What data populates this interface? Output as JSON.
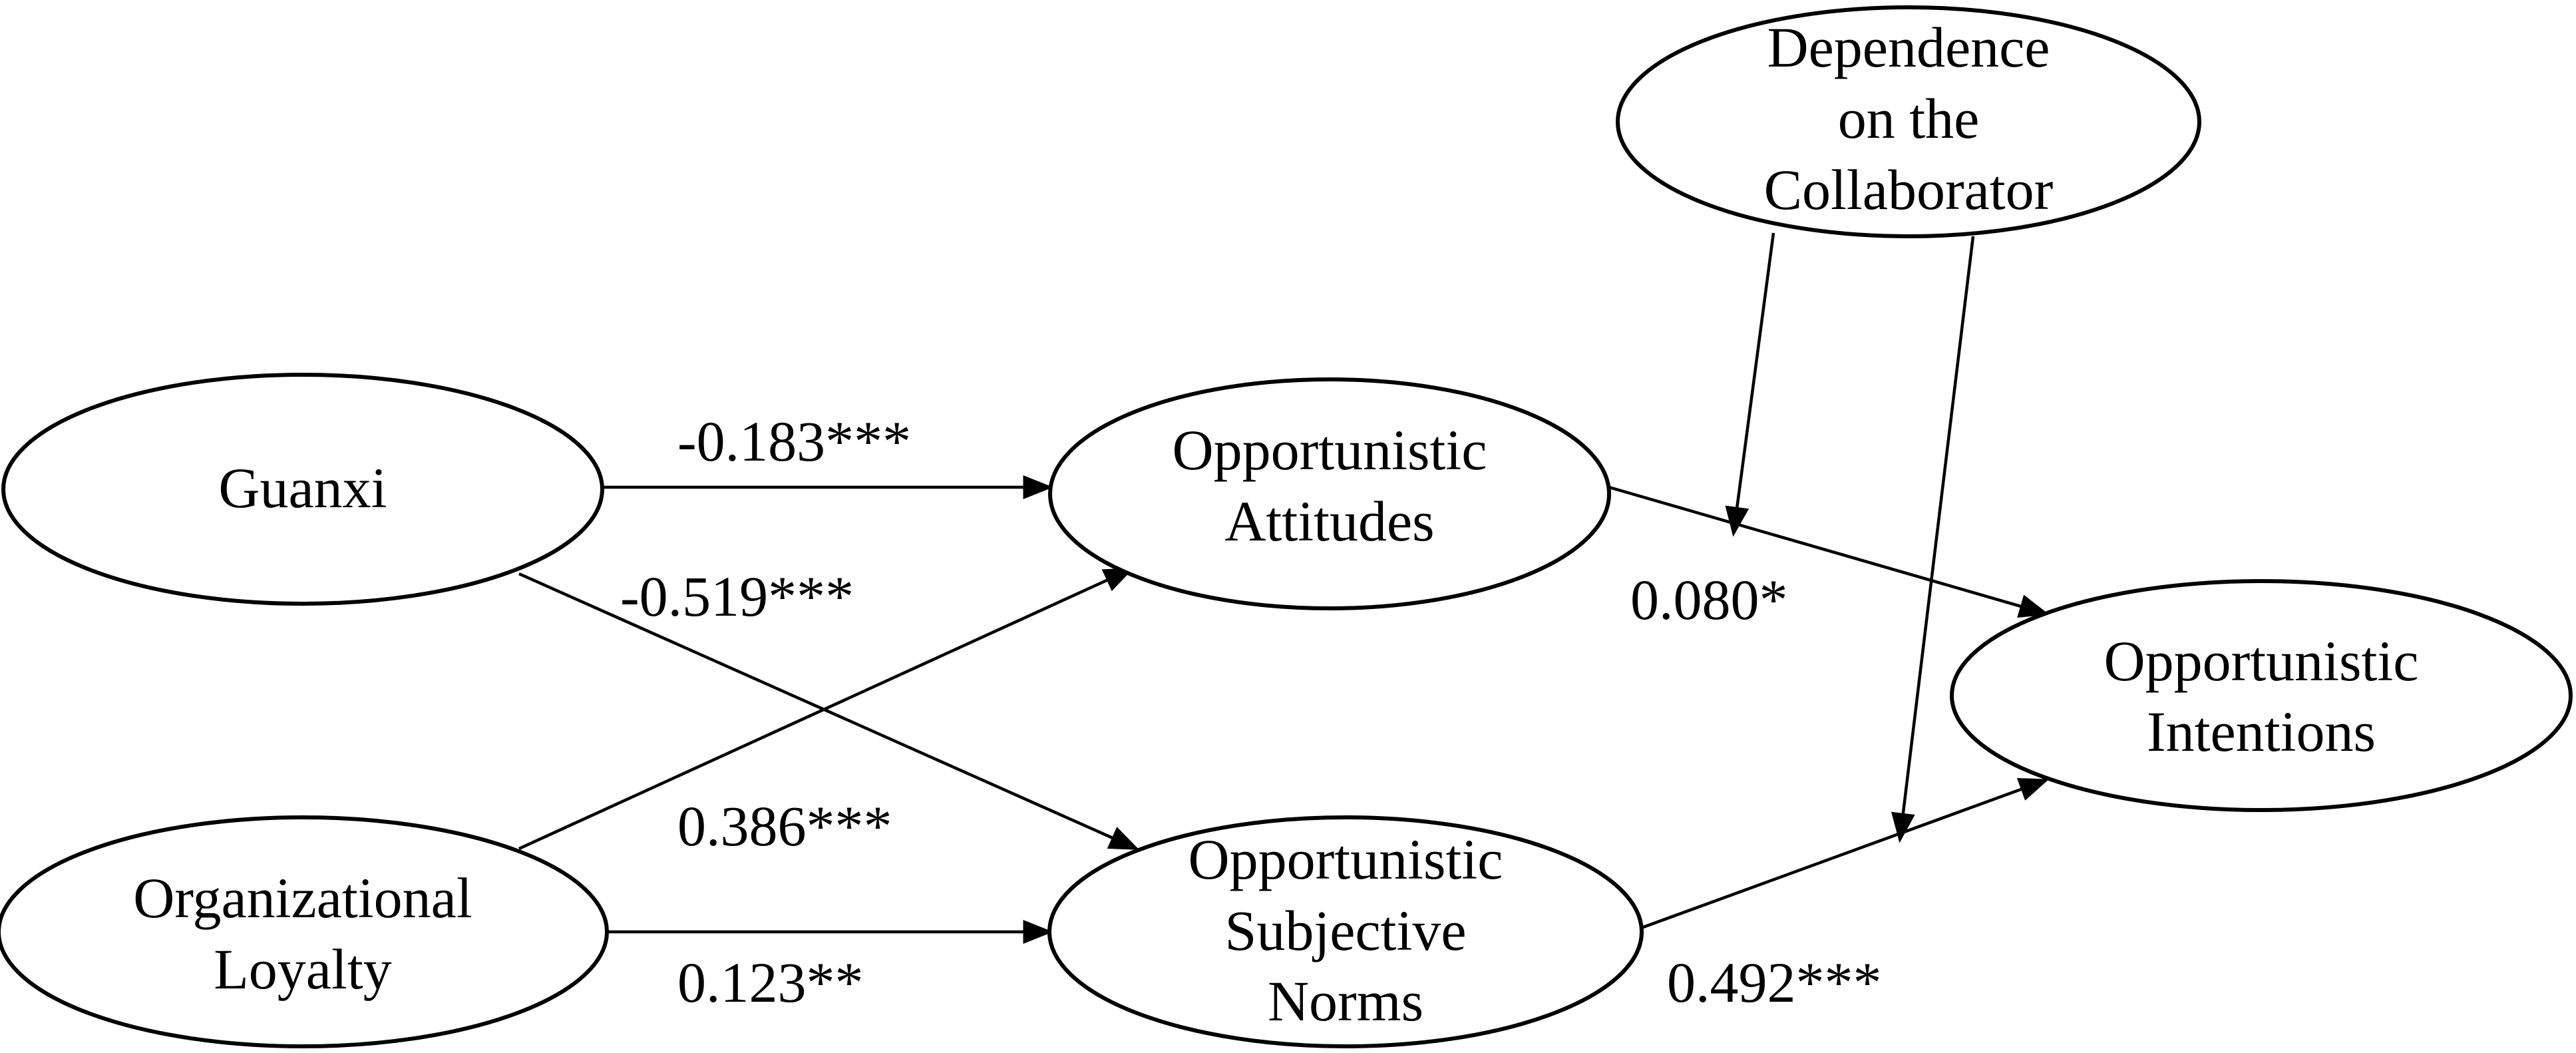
{
  "nodes": {
    "guanxi": {
      "lines": [
        "Guanxi"
      ]
    },
    "loyalty": {
      "lines": [
        "Organizational",
        "Loyalty"
      ]
    },
    "attitudes": {
      "lines": [
        "Opportunistic",
        "Attitudes"
      ]
    },
    "norms": {
      "lines": [
        "Opportunistic",
        "Subjective",
        "Norms"
      ]
    },
    "intentions": {
      "lines": [
        "Opportunistic",
        "Intentions"
      ]
    },
    "dependence": {
      "lines": [
        "Dependence",
        "on the",
        "Collaborator"
      ]
    }
  },
  "paths": {
    "guanxi_attitudes": "-0.183***",
    "guanxi_norms": "-0.519***",
    "loyalty_attitudes": "0.386***",
    "loyalty_norms": "0.123**",
    "attitudes_intentions": "0.080*",
    "norms_intentions": "0.492***"
  }
}
